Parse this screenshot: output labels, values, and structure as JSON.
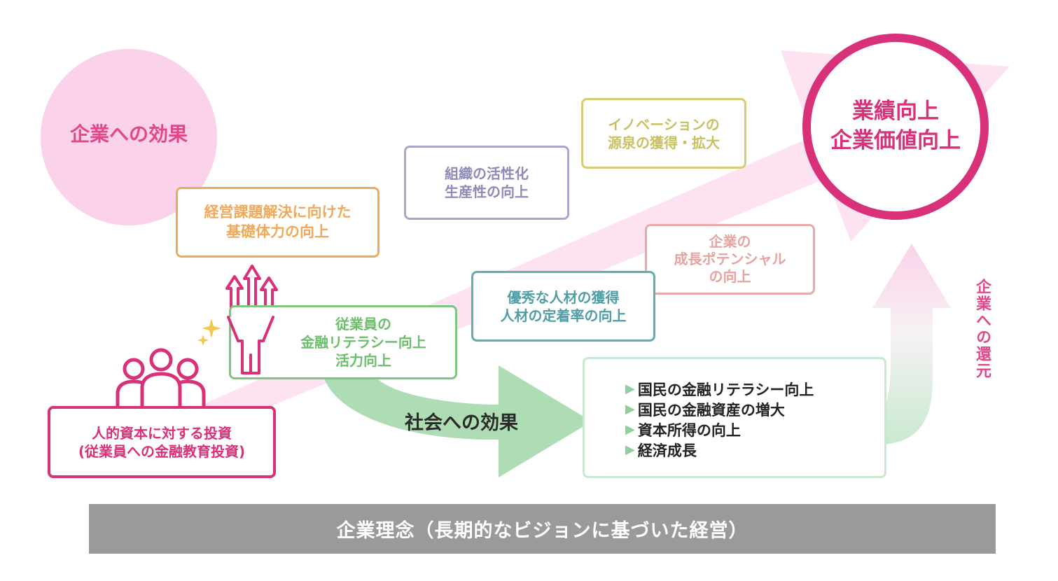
{
  "corporate_effect": {
    "label": "企業への効果"
  },
  "goal": {
    "line1": "業績向上",
    "line2": "企業価値向上"
  },
  "return_label": "企業への還元",
  "investment": {
    "line1": "人的資本に対する投資",
    "line2": "(従業員への金融教育投資)"
  },
  "boxes": {
    "foundation": {
      "line1": "経営課題解決に向けた",
      "line2": "基礎体力の向上"
    },
    "organization": {
      "line1": "組織の活性化",
      "line2": "生産性の向上"
    },
    "innovation": {
      "line1": "イノベーションの",
      "line2": "源泉の獲得・拡大"
    },
    "growth": {
      "line1": "企業の",
      "line2": "成長ポテンシャル",
      "line3": "の向上"
    },
    "talent": {
      "line1": "優秀な人材の獲得",
      "line2": "人材の定着率の向上"
    },
    "employee": {
      "line1": "従業員の",
      "line2": "金融リテラシー向上",
      "line3": "活力向上"
    }
  },
  "society": {
    "label": "社会への効果",
    "items": [
      "国民の金融リテラシー向上",
      "国民の金融資産の増大",
      "資本所得の向上",
      "経済成長"
    ]
  },
  "philosophy": "企業理念（長期的なビジョンに基づいた経営）",
  "colors": {
    "pink_main": "#d9307a",
    "pink_light": "#fad3ea",
    "orange": "#f0a95a",
    "purple": "#a9a6cc",
    "olive": "#d5cd72",
    "salmon": "#e8aaa8",
    "teal": "#5fadb5",
    "green": "#7dc77c",
    "green_light": "#aedcb5",
    "gray": "#9a9a9a"
  },
  "icons": [
    "people-group-icon",
    "cheering-person-icon",
    "up-arrows-icon",
    "sparkle-icon"
  ]
}
